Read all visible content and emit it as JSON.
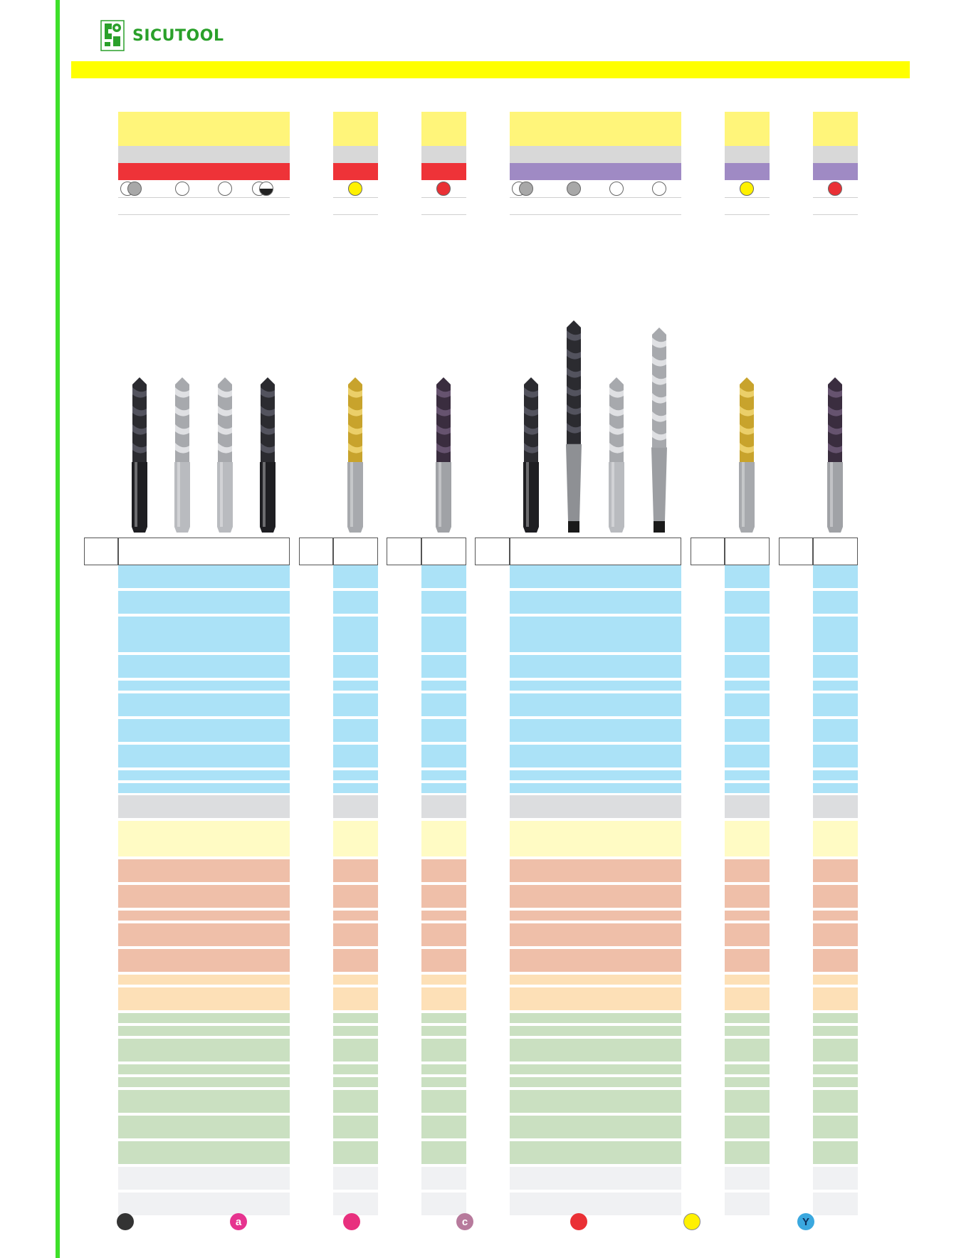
{
  "brand": {
    "name": "SICUTOOL",
    "color": "#2aa02a"
  },
  "colors": {
    "accent_bar": "#3ee02a",
    "title_band": "#ffff00",
    "header_yellow": "#fff57a",
    "header_gray": "#d8d8d8",
    "header_red": "#ee3338",
    "header_purple": "#9f8ac4",
    "rows_blue": "#abe2f7",
    "rows_gray": "#dcdddf",
    "rows_lightyellow": "#fffbc4",
    "rows_salmon": "#efbfa9",
    "rows_peach": "#fde0b7",
    "rows_green": "#cae0c1",
    "rows_lightgray": "#f0f1f3"
  },
  "legend": [
    {
      "icon": "black-dot-icon",
      "color": "#333333",
      "letter": ""
    },
    {
      "icon": "magenta-a-icon",
      "color": "#e6338f",
      "letter": "a"
    },
    {
      "icon": "magenta-dot-icon",
      "color": "#e8307e",
      "letter": ""
    },
    {
      "icon": "mauve-c-icon",
      "color": "#b77a9c",
      "letter": "c"
    },
    {
      "icon": "red-dot-icon",
      "color": "#ea3035",
      "letter": ""
    },
    {
      "icon": "yellow-dot-icon",
      "color": "#fff100",
      "letter": ""
    },
    {
      "icon": "blue-y-icon",
      "color": "#3aa8df",
      "letter": "Y"
    }
  ],
  "drills": [
    {
      "name": "black-drill-icon",
      "coating": "black"
    },
    {
      "name": "bright-drill-icon",
      "coating": "bright"
    },
    {
      "name": "bright-drill-icon",
      "coating": "bright"
    },
    {
      "name": "black-drill-icon",
      "coating": "black"
    },
    {
      "name": "tin-gold-drill-icon",
      "coating": "gold"
    },
    {
      "name": "violet-coated-drill-icon",
      "coating": "violet"
    },
    {
      "name": "black-drill-icon",
      "coating": "black"
    },
    {
      "name": "taper-shank-black-drill-icon",
      "coating": "black"
    },
    {
      "name": "bright-drill-icon",
      "coating": "bright"
    },
    {
      "name": "taper-shank-bright-drill-icon",
      "coating": "bright"
    },
    {
      "name": "tin-gold-drill-icon",
      "coating": "gold"
    },
    {
      "name": "violet-coated-drill-icon",
      "coating": "violet"
    }
  ]
}
